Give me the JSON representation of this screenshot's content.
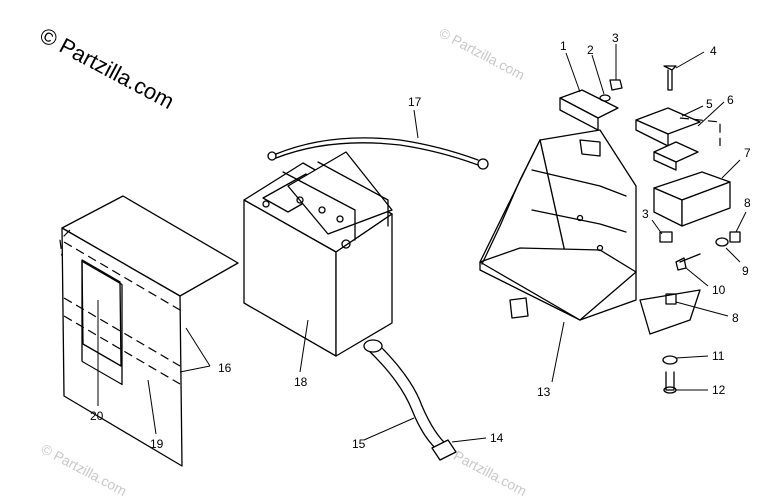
{
  "copyright": "© Partzilla.com",
  "watermark": "© Partzilla.com",
  "callouts": [
    "1",
    "2",
    "3",
    "4",
    "5",
    "6",
    "7",
    "3",
    "8",
    "9",
    "10",
    "8",
    "11",
    "12",
    "13",
    "14",
    "15",
    "16",
    "17",
    "18",
    "19",
    "20"
  ]
}
